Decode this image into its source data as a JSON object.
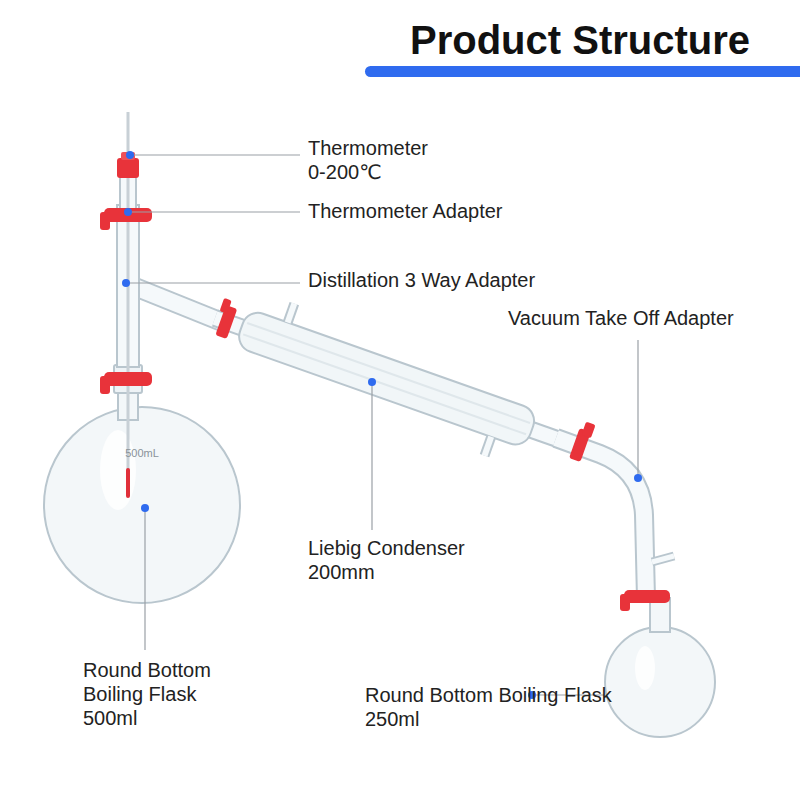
{
  "diagram": {
    "title": "Product Structure",
    "labels": [
      "Thermometer 0-200℃",
      "Thermometer Adapter",
      "Distillation 3 Way Adapter",
      "Vacuum Take Off Adapter",
      "Liebig Condenser 200mm",
      "Round Bottom Boiling Flask 500ml",
      "Round Bottom Boiling Flask 250ml",
      "500mL"
    ]
  }
}
